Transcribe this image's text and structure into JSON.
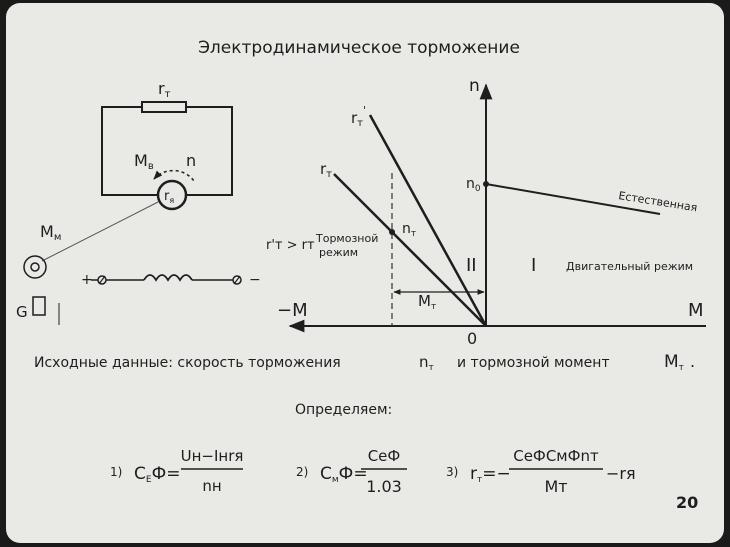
{
  "title": "Электродинамическое торможение",
  "circuit": {
    "resistor_label": "r",
    "resistor_sub": "т",
    "motor_moment_label": "M",
    "motor_moment_sub": "в",
    "speed_label": "n",
    "armature_label": "r",
    "armature_sub": "я",
    "mech_moment_label": "M",
    "mech_moment_sub": "м",
    "field_plus": "+",
    "field_minus": "−",
    "generator_label": "G"
  },
  "graph": {
    "n_axis": "n",
    "m_pos_axis": "M",
    "m_neg_axis": "−M",
    "origin": "0",
    "n0_label": "n",
    "n0_sub": "0",
    "natural_label": "Естественная",
    "motor_mode": "Двигательный режим",
    "brake_mode_1": "Тормозной",
    "brake_mode_2": "режим",
    "quadrant_1": "I",
    "quadrant_2": "II",
    "rt_label": "r",
    "rt_sub": "т",
    "rt_prime_label": "r",
    "rt_prime_sub": "т",
    "rt_prime_sup": "'",
    "rt_compare": "r'т > rт",
    "nt_label": "n",
    "nt_sub": "т",
    "mt_label": "M",
    "mt_sub": "т"
  },
  "given_text": "Исходные данные: скорость торможения",
  "given_nt": "n",
  "given_nt_sub": "т",
  "given_and": "и тормозной момент",
  "given_mt": "M",
  "given_mt_sub": "т",
  "given_end": ".",
  "determine": "Определяем:",
  "formulas": {
    "f1_index": "1)",
    "f1_lhs": "C",
    "f1_lhs_sub": "Е",
    "f1_phi": "Ф",
    "f1_eq": "=",
    "f1_num": "Uн−Iнrя",
    "f1_den": "nн",
    "f2_index": "2)",
    "f2_lhs": "C",
    "f2_lhs_sub": "м",
    "f2_phi": "Ф",
    "f2_eq": "=",
    "f2_num": "CеФ",
    "f2_den": "1.03",
    "f3_index": "3)",
    "f3_lhs": "r",
    "f3_lhs_sub": "т",
    "f3_eq": "=−",
    "f3_num": "CеФCмФnт",
    "f3_den": "Mт",
    "f3_tail": "−rя"
  },
  "page_number": "20"
}
